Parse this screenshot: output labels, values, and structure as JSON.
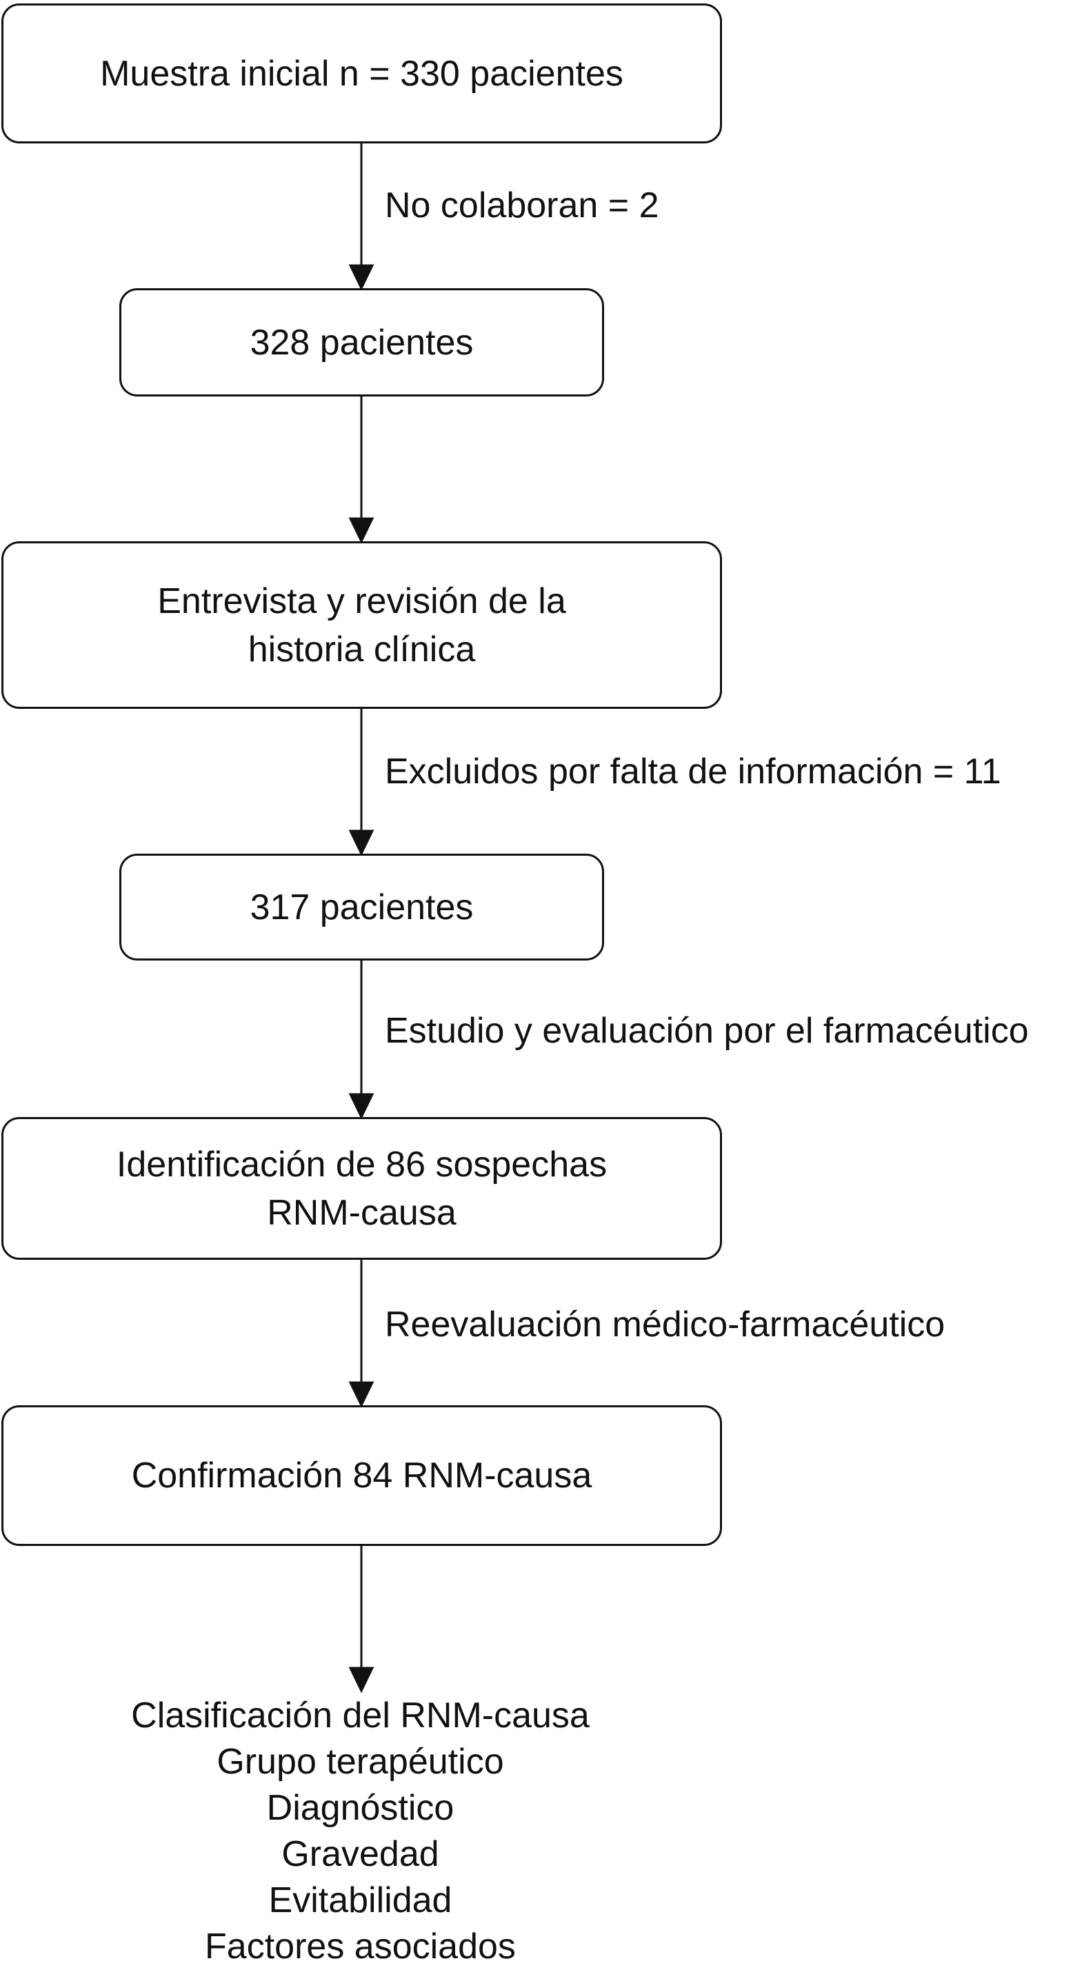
{
  "flowchart": {
    "boxes": [
      {
        "id": "initial-sample",
        "lines": [
          "Muestra inicial  n = 330 pacientes"
        ]
      },
      {
        "id": "patients-328",
        "lines": [
          "328 pacientes"
        ]
      },
      {
        "id": "interview-review",
        "lines": [
          "Entrevista y revisión de la",
          "historia clínica"
        ]
      },
      {
        "id": "patients-317",
        "lines": [
          "317 pacientes"
        ]
      },
      {
        "id": "identification",
        "lines": [
          "Identificación de 86 sospechas",
          "RNM-causa"
        ]
      },
      {
        "id": "confirmation",
        "lines": [
          "Confirmación 84 RNM-causa"
        ]
      }
    ],
    "edge_labels": [
      "No colaboran = 2",
      "Excluidos por falta de información = 11",
      "Estudio y evaluación por el farmacéutico",
      "Reevaluación médico-farmacéutico"
    ],
    "outcomes": [
      "Clasificación del RNM-causa",
      "Grupo terapéutico",
      "Diagnóstico",
      "Gravedad",
      "Evitabilidad",
      "Factores asociados"
    ]
  }
}
